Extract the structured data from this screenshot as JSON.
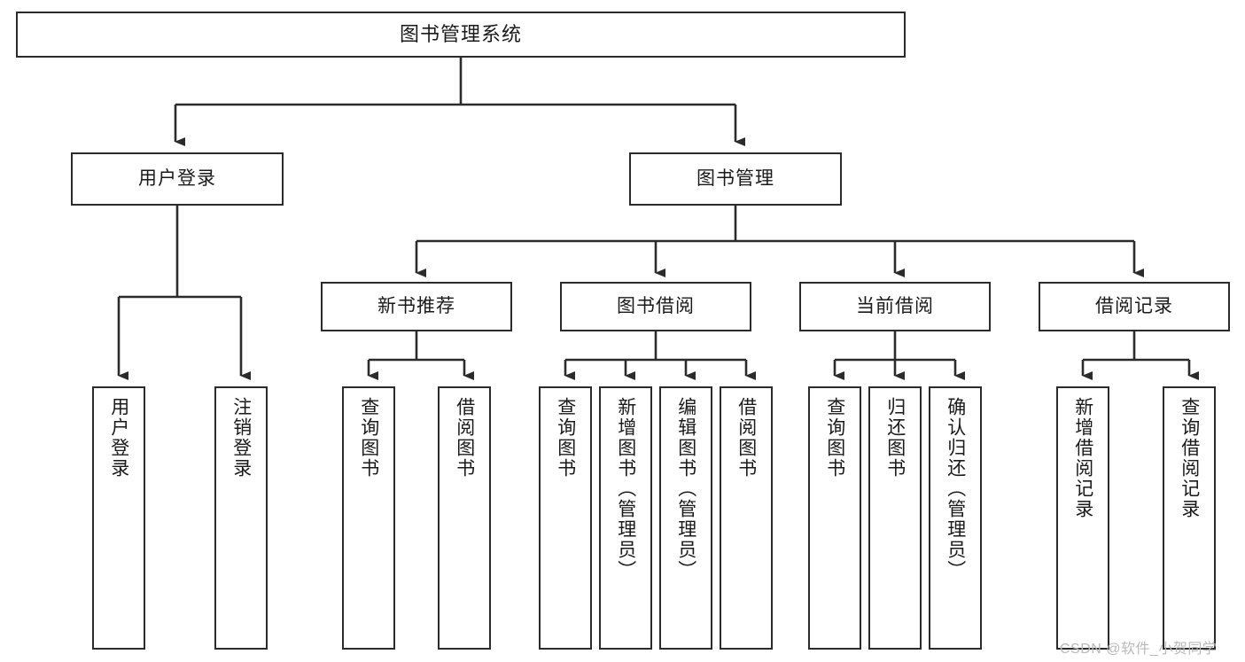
{
  "diagram": {
    "title": "图书管理系统",
    "type": "functional-structure-tree",
    "stroke_color": "#2b2b2b",
    "fill_color": "#ffffff",
    "text_color": "#1a1a1a"
  },
  "root": {
    "label": "图书管理系统"
  },
  "level2": [
    {
      "label": "用户登录"
    },
    {
      "label": "图书管理"
    }
  ],
  "level3": [
    {
      "label": "新书推荐"
    },
    {
      "label": "图书借阅"
    },
    {
      "label": "当前借阅"
    },
    {
      "label": "借阅记录"
    }
  ],
  "leaves": {
    "user_login": [
      {
        "label": "用户登录"
      },
      {
        "label": "注销登录"
      }
    ],
    "new_book": [
      {
        "label": "查询图书"
      },
      {
        "label": "借阅图书"
      }
    ],
    "book_borrow": [
      {
        "label": "查询图书"
      },
      {
        "label": "新增图书（管理员）"
      },
      {
        "label": "编辑图书（管理员）"
      },
      {
        "label": "借阅图书"
      }
    ],
    "current_borrow": [
      {
        "label": "查询图书"
      },
      {
        "label": "归还图书"
      },
      {
        "label": "确认归还（管理员）"
      }
    ],
    "borrow_record": [
      {
        "label": "新增借阅记录"
      },
      {
        "label": "查询借阅记录"
      }
    ]
  },
  "watermark": {
    "text": "CSDN @软件_小贺同学"
  }
}
